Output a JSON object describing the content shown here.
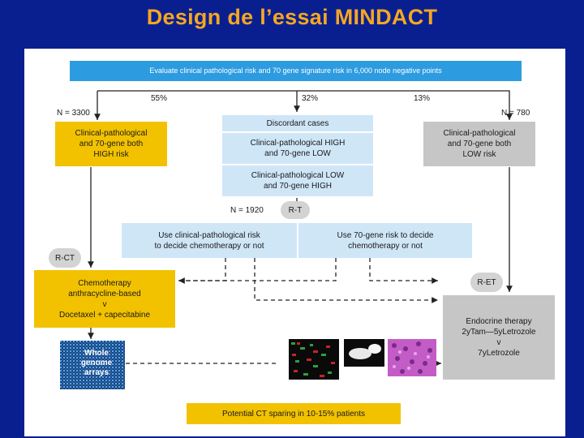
{
  "slide": {
    "title": "Design de l’essai MINDACT"
  },
  "flow": {
    "top_box": "Evaluate clinical pathological risk and 70 gene signature risk in 6,000 node negative points",
    "pct_left": "55%",
    "pct_mid": "32%",
    "pct_right": "13%",
    "n_left": "N = 3300",
    "n_right": "N = 780",
    "n_mid": "N = 1920",
    "high_box": [
      "Clinical-pathological",
      "and 70-gene both",
      "HIGH risk"
    ],
    "low_box": [
      "Clinical-pathological",
      "and 70-gene both",
      "LOW risk"
    ],
    "discordant_title": "Discordant cases",
    "discordant_a": [
      "Clinical-pathological HIGH",
      "and 70-gene LOW"
    ],
    "discordant_b": [
      "Clinical-pathological LOW",
      "and 70-gene HIGH"
    ],
    "rt": "R-T",
    "use_clin": [
      "Use clinical-pathological risk",
      "to decide chemotherapy or not"
    ],
    "use_gene": [
      "Use 70-gene risk to decide",
      "chemotherapy or not"
    ],
    "rct": "R-CT",
    "ret": "R-ET",
    "chemo_box": [
      "Chemotherapy",
      "anthracycline-based",
      "v",
      "Docetaxel + capecitabine"
    ],
    "endo_box": [
      "Endocrine therapy",
      "2yTam—5yLetrozole",
      "v",
      "7yLetrozole"
    ],
    "arrays_label": [
      "Whole",
      "genome",
      "arrays"
    ],
    "sparing": "Potential CT sparing in 10-15% patients"
  },
  "colors": {
    "background": "#0a1f8f",
    "title": "#f5a623",
    "yellow": "#f2c200",
    "light_blue": "#cfe6f7",
    "grey": "#c6c6c6"
  }
}
